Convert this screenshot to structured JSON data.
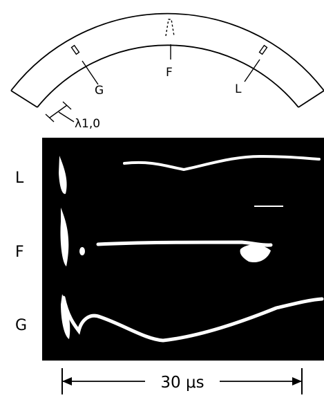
{
  "diagram": {
    "probe_labels": {
      "g": "G",
      "f": "F",
      "l": "L"
    },
    "gap_label": "λ1,0"
  },
  "oscillogram": {
    "row_labels": [
      "L",
      "F",
      "G"
    ]
  },
  "scale_bar": {
    "label": "30 μs"
  },
  "colors": {
    "ink": "#000000",
    "paper": "#ffffff",
    "trace": "#ffffff",
    "screen": "#000000"
  }
}
